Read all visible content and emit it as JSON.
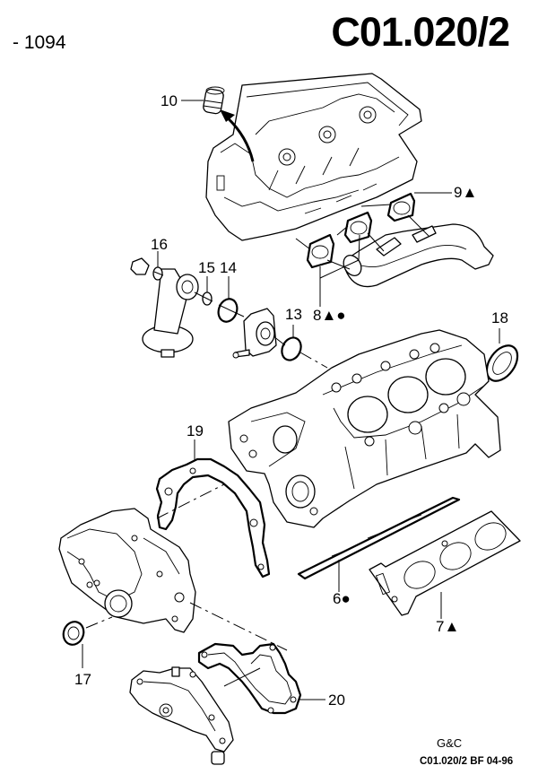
{
  "header": {
    "page_ref": "- 1094",
    "title": "C01.020/2"
  },
  "footer": {
    "publisher": "G&C",
    "code": "C01.020/2 BF 04-96"
  },
  "legend_symbols": {
    "triangle": "▲",
    "circle": "●"
  },
  "callouts": [
    {
      "id": "10",
      "label": "10",
      "symbols": ""
    },
    {
      "id": "9",
      "label": "9",
      "symbols": "▲"
    },
    {
      "id": "16",
      "label": "16",
      "symbols": ""
    },
    {
      "id": "15",
      "label": "15",
      "symbols": ""
    },
    {
      "id": "14",
      "label": "14",
      "symbols": ""
    },
    {
      "id": "8",
      "label": "8",
      "symbols": "▲●"
    },
    {
      "id": "13",
      "label": "13",
      "symbols": ""
    },
    {
      "id": "18",
      "label": "18",
      "symbols": ""
    },
    {
      "id": "19",
      "label": "19",
      "symbols": ""
    },
    {
      "id": "6",
      "label": "6",
      "symbols": "●"
    },
    {
      "id": "7",
      "label": "7",
      "symbols": "▲"
    },
    {
      "id": "17",
      "label": "17",
      "symbols": ""
    },
    {
      "id": "20",
      "label": "20",
      "symbols": ""
    }
  ],
  "parts": [
    {
      "name": "cylinder-head"
    },
    {
      "name": "plug",
      "callout": "10"
    },
    {
      "name": "exhaust-manifold"
    },
    {
      "name": "exhaust-manifold-gasket",
      "callout": "9"
    },
    {
      "name": "exhaust-manifold-gasket",
      "callout": "8"
    },
    {
      "name": "oil-filter-adapter"
    },
    {
      "name": "seal-ring",
      "callout": "16"
    },
    {
      "name": "seal-ring",
      "callout": "15"
    },
    {
      "name": "seal-ring",
      "callout": "14"
    },
    {
      "name": "oil-cooler"
    },
    {
      "name": "seal-ring",
      "callout": "13"
    },
    {
      "name": "crankshaft-seal",
      "callout": "18"
    },
    {
      "name": "engine-block"
    },
    {
      "name": "timing-cover-gasket",
      "callout": "19"
    },
    {
      "name": "timing-cover"
    },
    {
      "name": "crankshaft-seal-front",
      "callout": "17"
    },
    {
      "name": "water-pump"
    },
    {
      "name": "water-pump-gasket",
      "callout": "20"
    },
    {
      "name": "valley-gasket",
      "callout": "6"
    },
    {
      "name": "cylinder-head-gasket",
      "callout": "7"
    }
  ]
}
